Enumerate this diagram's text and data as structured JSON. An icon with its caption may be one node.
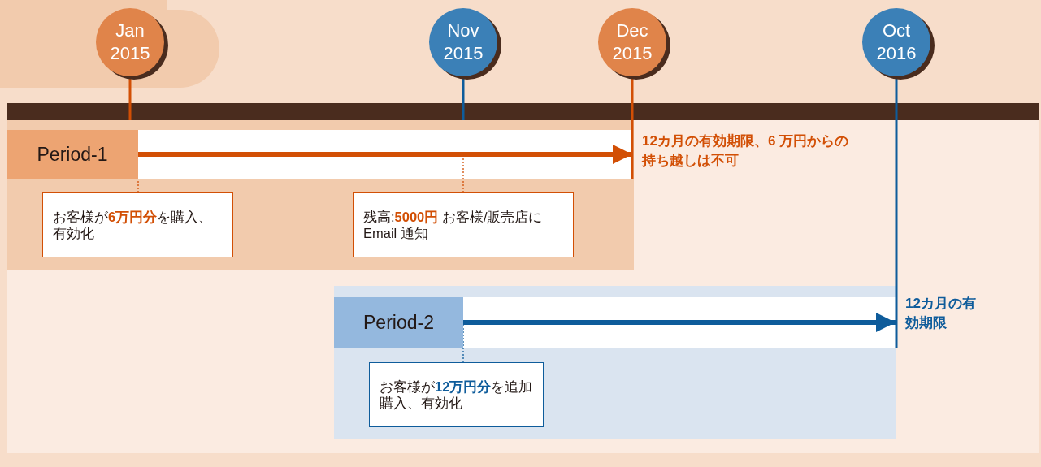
{
  "diagram": {
    "nodes": [
      {
        "text": [
          "Jan 2015"
        ]
      },
      {
        "text": [
          "Nov 2015"
        ]
      },
      {
        "text": [
          "Dec 2015"
        ]
      },
      {
        "text": [
          "Oct 2016"
        ]
      },
      {
        "text": [
          "Period-1"
        ]
      },
      {
        "text": [
          "お客様が**6万円分**を購入、有効化"
        ]
      },
      {
        "text": [
          "残高:**5000円** お客様/販売店にEmail 通知"
        ]
      },
      {
        "text": [
          "12カ月の有効期限、6 万円からの持ち越しは不可"
        ]
      },
      {
        "text": [
          "Period-2"
        ]
      },
      {
        "text": [
          "お客様が**12万円分**を追加購入、有効化"
        ]
      },
      {
        "text": [
          "12カ月の有効期限"
        ]
      }
    ],
    "edges": [
      {
        "from": 4,
        "to": 7,
        "arrow": "to",
        "style": "thick",
        "color": "#d24f05"
      },
      {
        "from": 5,
        "to": 4,
        "arrow": "none",
        "style": "dashed",
        "color": "#d24f05"
      },
      {
        "from": 6,
        "to": 4,
        "arrow": "none",
        "style": "dashed",
        "color": "#d24f05"
      },
      {
        "from": 8,
        "to": 10,
        "arrow": "to",
        "style": "thick",
        "color": "#0e5c9b"
      },
      {
        "from": 9,
        "to": 8,
        "arrow": "none",
        "style": "dashed",
        "color": "#0e5c9b"
      },
      {
        "from": 2,
        "to": 4,
        "arrow": "none",
        "color": "#d24f05"
      },
      {
        "from": 3,
        "to": 8,
        "arrow": "none",
        "color": "#0e5c9b"
      }
    ]
  }
}
